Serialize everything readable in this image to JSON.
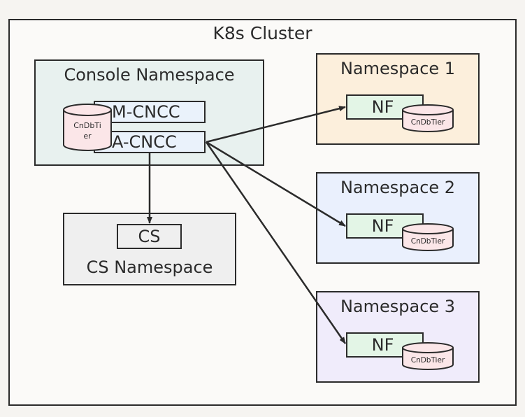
{
  "cluster": {
    "title": "K8s Cluster"
  },
  "console_namespace": {
    "title": "Console Namespace",
    "m_cncc": "M-CNCC",
    "a_cncc": "A-CNCC",
    "db_line1": "CnDbTi",
    "db_line2": "er"
  },
  "cs_namespace": {
    "title": "CS Namespace",
    "cs_label": "CS"
  },
  "namespaces": [
    {
      "title": "Namespace 1",
      "nf": "NF",
      "db": "CnDbTier"
    },
    {
      "title": "Namespace 2",
      "nf": "NF",
      "db": "CnDbTier"
    },
    {
      "title": "Namespace 3",
      "nf": "NF",
      "db": "CnDbTier"
    }
  ],
  "colors": {
    "cluster_bg": "#fbfaf8",
    "console_bg": "#e8f1ef",
    "cs_bg": "#efefef",
    "ns1_bg": "#fcefdc",
    "ns2_bg": "#eaf0fd",
    "ns3_bg": "#f0ecfb",
    "nf_bg": "#e3f5e6",
    "cncc_bg": "#eaf2fb",
    "cyl_bg": "#fbe6e8",
    "stroke": "#2b2b2b"
  }
}
